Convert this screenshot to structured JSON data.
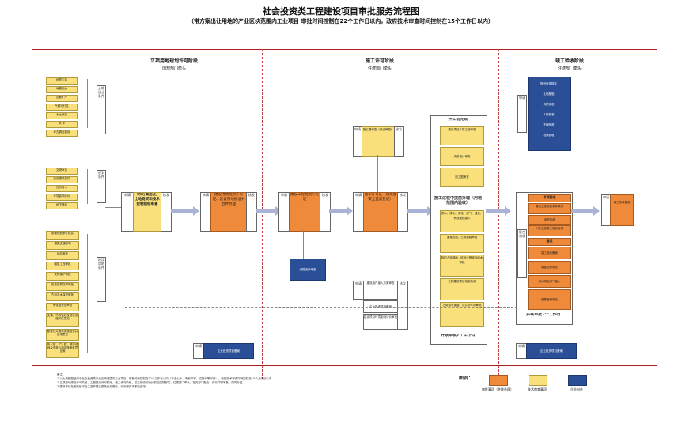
{
  "title": "社会投资类工程建设项目审批服务流程图",
  "subtitle": "（带方案出让用地的产业区块范围内工业项目 审批时间控制在22个工作日以内，政府技术审查时间控制在15个工作日以内）",
  "stages": {
    "s1": {
      "name": "立项用地规划许可阶段",
      "lead": "国规部门牵头"
    },
    "s2": {
      "name": "施工许可阶段",
      "lead": "住建部门牵头"
    },
    "s3": {
      "name": "竣工验收阶段",
      "lead": "住建部门牵头"
    }
  },
  "left_col": {
    "g1": [
      "地质灾害",
      "地震安全",
      "压覆矿产",
      "气候可行性",
      "水土保持",
      "洪 评",
      "考古调查勘探"
    ],
    "g2": [
      "文物审查",
      "历史建筑保护",
      "古树名木",
      "环境影响评价",
      "地下管线"
    ],
    "g3": [
      "用地规划条件核实",
      "道路交通影响",
      "地名审批",
      "国防工程审批",
      "文物保护审批",
      "历史建筑保护审批",
      "古树名木保护审批",
      "危化品安全审查",
      "交通、市政管线及现状设施评估意见",
      "配套公共服务设施及公共区域意见",
      "新（改、扩）建、城市绿地及市政公用设施审批意见等"
    ]
  },
  "main": {
    "box1": "（带方案出让）土地竞买和技术控制指标审查",
    "box2": "建设用地规划许可证、建设用地批准书合并办理",
    "box3": "建设工程规划许可证",
    "box4": "施工许可证（含质量安全监督登记）",
    "box_top_mid": "施工图审查（综合审图）",
    "box_blue_small": "消防设计审查",
    "box_low1": "建设用户接入方案审查",
    "box_low2": "企业投资项目备案",
    "box_low3": "建设项目环境影响评价审批",
    "bottom_blue": "企业投资项目备案"
  },
  "column4": {
    "header": "开工前完成",
    "items": [
      "建设项目人防工程审查",
      "消防设计审查",
      "施工图审查"
    ],
    "mid_title": "施工过程中提前办理（用地范围内验收）",
    "mid_items": [
      "供水、排水、供电、燃气、通信、有线电视接入",
      "道路挖掘、占用道路审批",
      "临时占用绿地、砍伐迁移城市树木审批",
      "工程建设项目档案验收",
      "占用城市道路、公共停车场审批"
    ],
    "footer": "并联审批7个工作日"
  },
  "column5": {
    "top_blue": [
      "规划条件核实",
      "土地核验",
      "消防验收",
      "人防验收",
      "环保验收",
      "档案验收"
    ],
    "section1": "专项验收",
    "section1_items": [
      "建设工程规划条件核实",
      "消防验收",
      "人防工程竣工验收备案"
    ],
    "section2": "备案",
    "section2_items": [
      "竣工验收备案",
      "城建档案验收",
      "用水用电用气接入",
      "房屋面积测绘"
    ],
    "footer": "并联审批7个工作日",
    "final_box": "竣工验收备案"
  },
  "side_labels": {
    "l1": "土地出让条件",
    "l2": "规划条件",
    "l3": "建设用地条件",
    "s_a": "申请",
    "s_b": "核发",
    "s_c": "申请",
    "s_d": "核发",
    "s_e": "申请",
    "s_f": "核发",
    "s_g": "联合验收"
  },
  "notes": {
    "heading": "备注：",
    "n1": "1.以上流程图适用于社会投资类产业区块范围内工业项目，审批时间控制在22个工作日以内（不含公示、专家评审、招投标等时间），政府技术审查时间控制在15个工作日以内。",
    "n2": "2.立项用地规划许可阶段、工程建设许可阶段、施工许可阶段、竣工验收阶段分别由国规部门、住建部门牵头，相关部门配合，实行并联审批、限时办结。",
    "n3": "3.建设单位在各阶段可自主选择是否委托代办服务，代办服务不收取费用。"
  },
  "legend": {
    "title": "图例：",
    "items": [
      {
        "label": "审批事项（并联办理）",
        "color": "#ef8a3a"
      },
      {
        "label": "技术审查事项",
        "color": "#f9e07a"
      },
      {
        "label": "企业自办",
        "color": "#2b4f96"
      }
    ]
  }
}
